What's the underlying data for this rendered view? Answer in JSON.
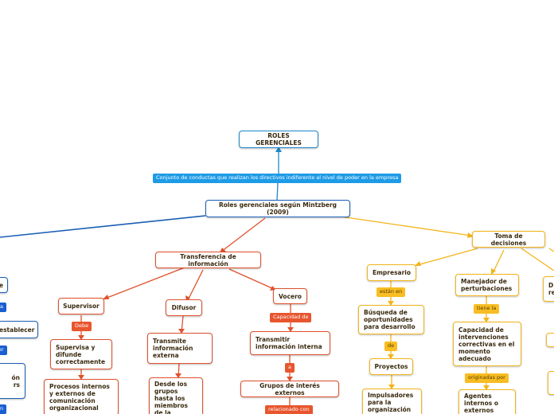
{
  "title": "ROLES GERENCIALES",
  "connector_main": "Conjunto de conductas que realizan los directivos indiferente al nivel de poder en la empresa",
  "subtitle": "Roles gerenciales según Mintzberg (2009)",
  "left_partial": {
    "n1": "e",
    "t1": "a",
    "n2": "establecer",
    "t2": "er",
    "n3a": "ón",
    "n3b": "rs",
    "t3": "n"
  },
  "transferencia": {
    "label": "Transferencia de información",
    "supervisor": "Supervisor",
    "debe": "Debe",
    "supervisa": "Supervisa y difunde correctamente",
    "procesos": "Procesos internos y externos de comunicación organizacional",
    "difusor": "Difusor",
    "transmite": "Transmite información externa",
    "desde": "Desde los grupos hasta los miembros de la",
    "vocero": "Vocero",
    "capacidad": "Capacidad de",
    "transmitir": "Transmitir información interna",
    "a": "a",
    "grupos": "Grupos de interés externos",
    "relacionado": "relacionado con"
  },
  "decisiones": {
    "label": "Toma de decisiones",
    "empresario": "Empresario",
    "estan": "están en",
    "busqueda": "Búsqueda de oportunidades para desarrollo",
    "de": "de",
    "proyectos": "Proyectos",
    "impulsadores": "Impulsadores para la organización",
    "manejador": "Manejador de perturbaciones",
    "tiene": "tiene la",
    "capacidad_int": "Capacidad de intervenciones correctivas en el momento adecuado",
    "originadas": "originadas por",
    "agentes": "Agentes internos o externos",
    "right_partial_a": "D",
    "right_partial_b": "re"
  },
  "colors": {
    "blue": "#1e9be6",
    "navy": "#1a5fd0",
    "red": "#e8552e",
    "gold": "#f7bd22"
  }
}
